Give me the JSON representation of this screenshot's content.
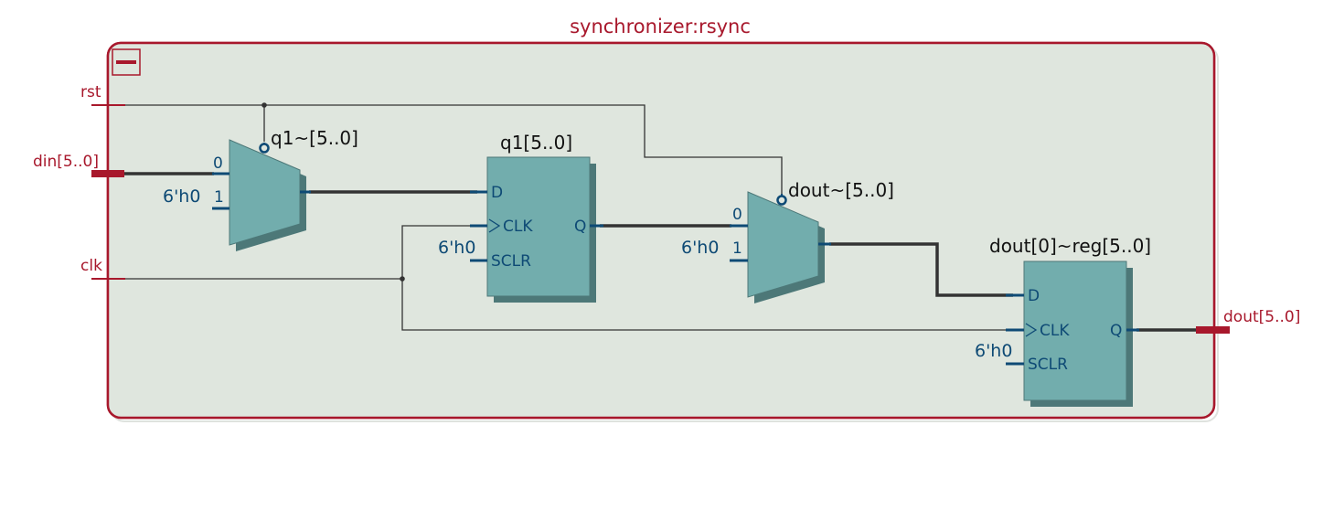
{
  "colors": {
    "frame": "#a8182c",
    "frame_fill": "#dfe6de",
    "block_fill": "#72adad",
    "block_shadow": "#4d7878",
    "bus": "#333333",
    "wire": "#333333",
    "pin": "#0e4a75",
    "port": "#a8182c"
  },
  "module": {
    "title": "synchronizer:rsync",
    "collapse_icon": "minus-square-icon"
  },
  "ports": {
    "rst": "rst",
    "din": "din[5..0]",
    "clk": "clk",
    "dout": "dout[5..0]"
  },
  "mux1": {
    "name": "q1~[5..0]",
    "in0": "0",
    "in1": "1",
    "const": "6'h0"
  },
  "reg1": {
    "name": "q1[5..0]",
    "pin_d": "D",
    "pin_clk": "CLK",
    "pin_sclr": "SCLR",
    "pin_q": "Q",
    "const": "6'h0"
  },
  "mux2": {
    "name": "dout~[5..0]",
    "in0": "0",
    "in1": "1",
    "const": "6'h0"
  },
  "reg2": {
    "name": "dout[0]~reg[5..0]",
    "pin_d": "D",
    "pin_clk": "CLK",
    "pin_sclr": "SCLR",
    "pin_q": "Q",
    "const": "6'h0"
  }
}
